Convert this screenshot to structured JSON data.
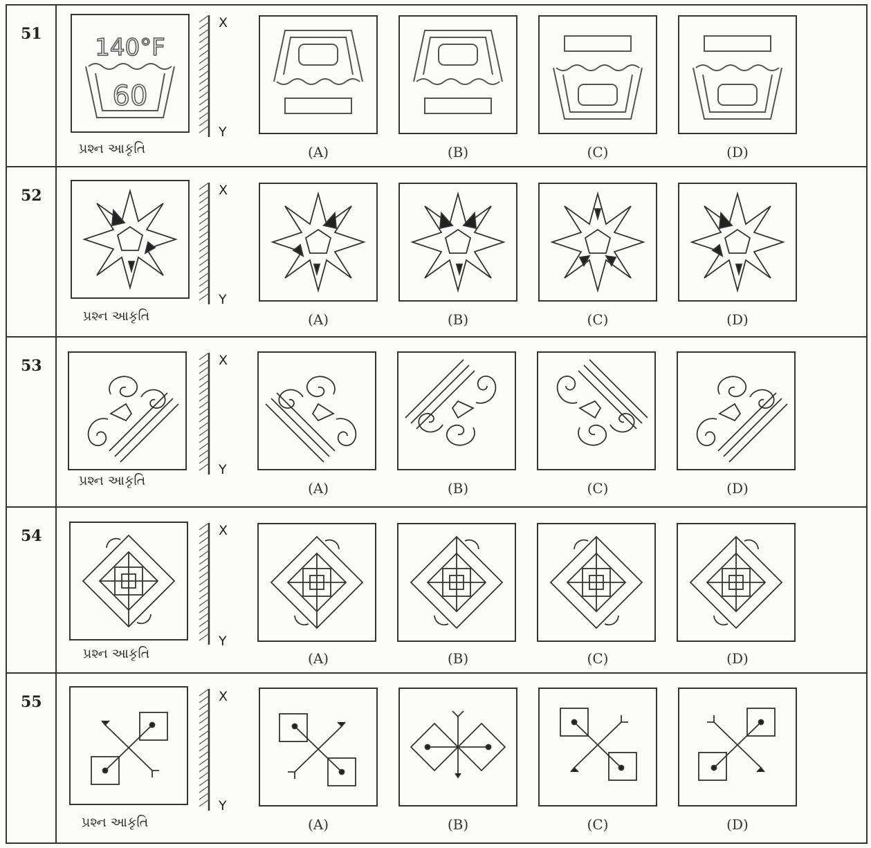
{
  "caption": "પ્રશ્ન આકૃતિ",
  "mirror": {
    "top_label": "X",
    "bottom_label": "Y"
  },
  "options": [
    "(A)",
    "(B)",
    "(C)",
    "(D)"
  ],
  "questions": [
    {
      "number": "51",
      "text_a": "140°F",
      "text_b": "60"
    },
    {
      "number": "52"
    },
    {
      "number": "53"
    },
    {
      "number": "54"
    },
    {
      "number": "55"
    }
  ]
}
